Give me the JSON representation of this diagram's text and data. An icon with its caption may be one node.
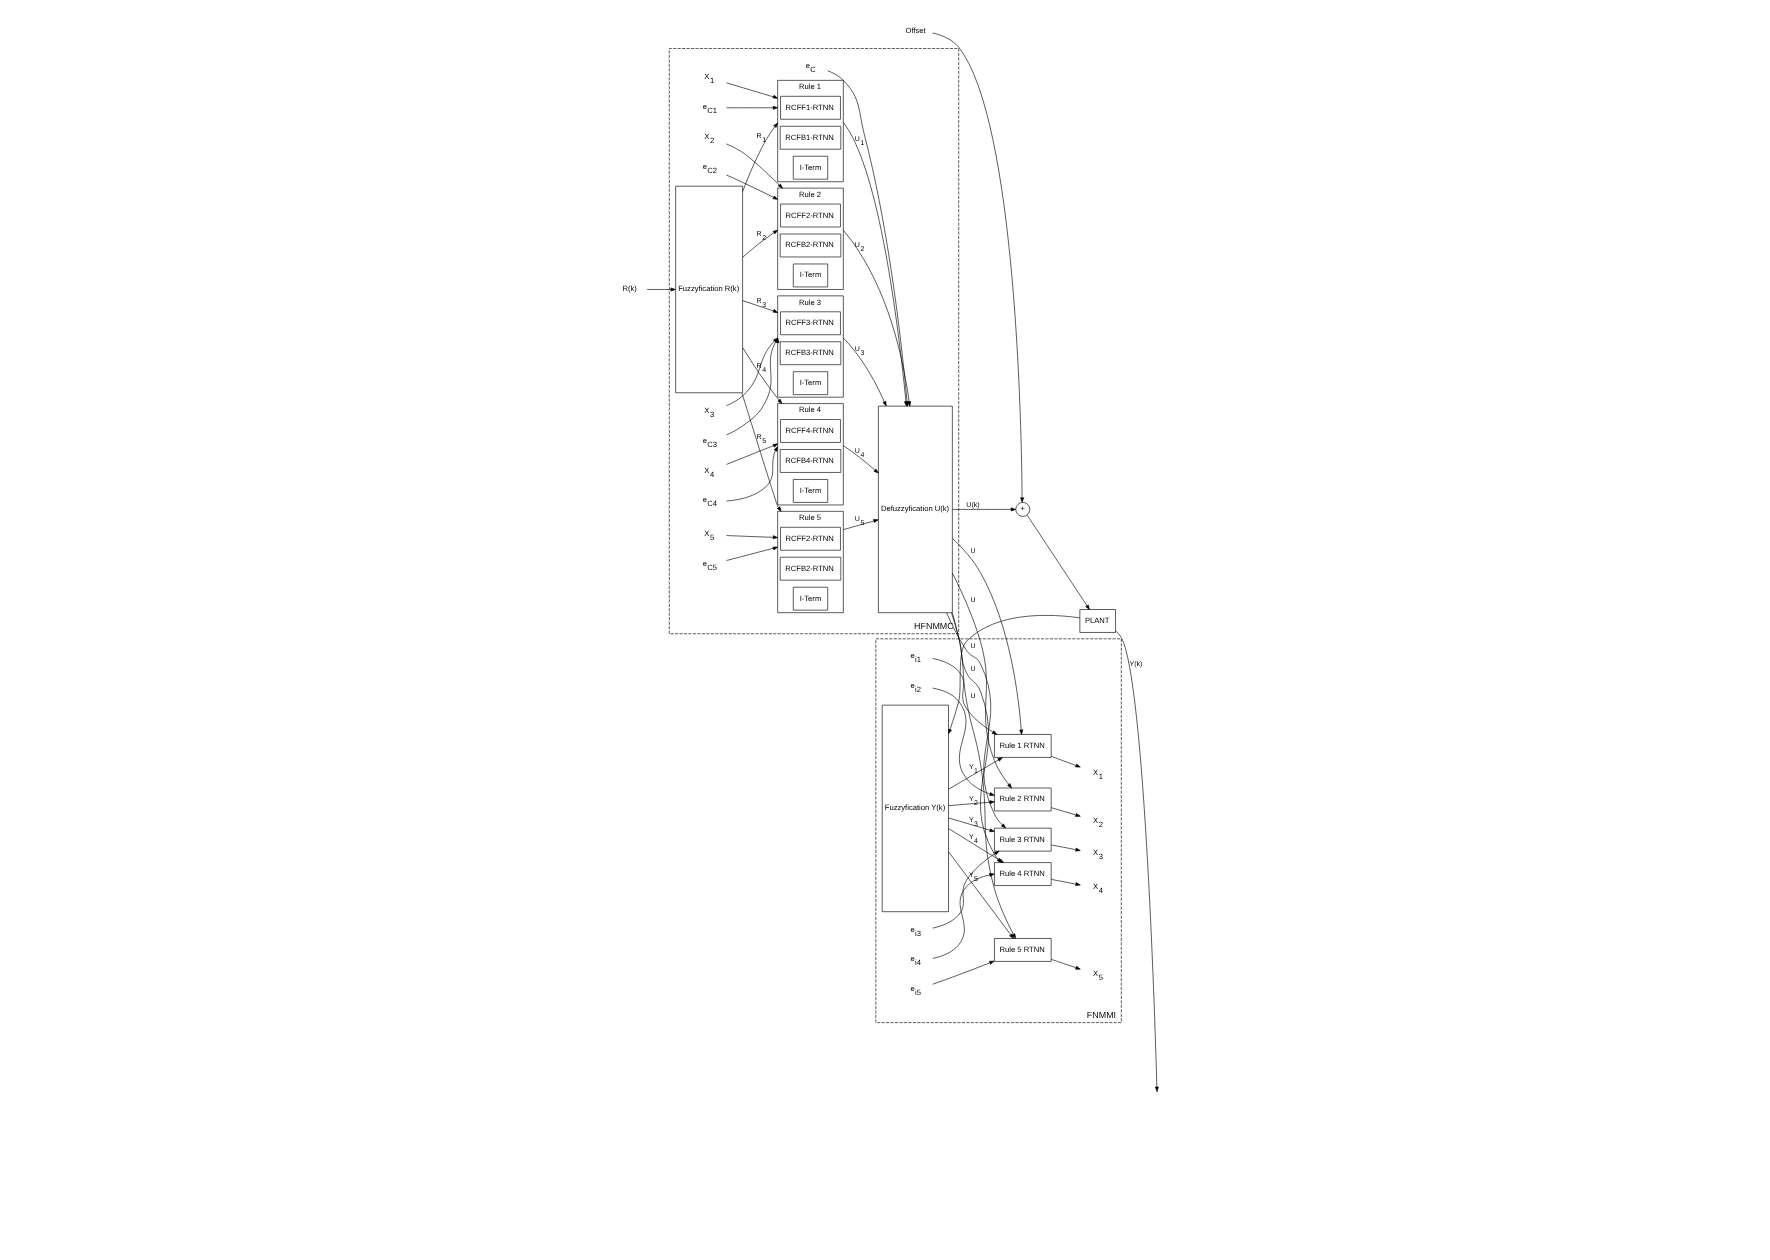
{
  "diagram": {
    "nodes": [
      {
        "text": [
          "HFNMMC"
        ]
      },
      {
        "text": [
          "Fuzzyfication R(k)"
        ],
        "in": 0
      },
      {
        "text": [
          "Rule 1"
        ],
        "in": 0
      },
      {
        "text": [
          "RCFF1-RTNN"
        ],
        "in": 2
      },
      {
        "text": [
          "RCFB1-RTNN"
        ],
        "in": 2
      },
      {
        "text": [
          "I-Term"
        ],
        "in": 2
      },
      {
        "text": [
          "Rule 2"
        ],
        "in": 0
      },
      {
        "text": [
          "RCFF2-RTNN"
        ],
        "in": 6
      },
      {
        "text": [
          "RCFB2-RTNN"
        ],
        "in": 6
      },
      {
        "text": [
          "I-Term"
        ],
        "in": 6
      },
      {
        "text": [
          "Rule 3"
        ],
        "in": 0
      },
      {
        "text": [
          "RCFF3-RTNN"
        ],
        "in": 10
      },
      {
        "text": [
          "RCFB3-RTNN"
        ],
        "in": 10
      },
      {
        "text": [
          "I-Term"
        ],
        "in": 10
      },
      {
        "text": [
          "Rule 4"
        ],
        "in": 0
      },
      {
        "text": [
          "RCFF4-RTNN"
        ],
        "in": 14
      },
      {
        "text": [
          "RCFB4-RTNN"
        ],
        "in": 14
      },
      {
        "text": [
          "I-Term"
        ],
        "in": 14
      },
      {
        "text": [
          "Rule 5"
        ],
        "in": 0
      },
      {
        "text": [
          "RCFF2-RTNN"
        ],
        "in": 18
      },
      {
        "text": [
          "RCFB2-RTNN"
        ],
        "in": 18
      },
      {
        "text": [
          "I-Term"
        ],
        "in": 18
      },
      {
        "text": [
          "Defuzzyfication U(k)"
        ],
        "in": 0
      },
      {
        "text": [
          "X$_{1}$"
        ],
        "in": 0
      },
      {
        "text": [
          "X$_{2}$"
        ],
        "in": 0
      },
      {
        "text": [
          "X$_{3}$"
        ],
        "in": 0
      },
      {
        "text": [
          "X$_{4}$"
        ],
        "in": 0
      },
      {
        "text": [
          "X$_{5}$"
        ],
        "in": 0
      },
      {
        "text": [
          "e$_{C1}$"
        ],
        "in": 0
      },
      {
        "text": [
          "e$_{C2}$"
        ],
        "in": 0
      },
      {
        "text": [
          "e$_{C3}$"
        ],
        "in": 0
      },
      {
        "text": [
          "e$_{C4}$"
        ],
        "in": 0
      },
      {
        "text": [
          "e$_{C5}$"
        ],
        "in": 0
      },
      {
        "text": [
          "e$_{C}$"
        ],
        "in": 0
      },
      {
        "text": [
          "+"
        ]
      },
      {
        "text": [
          "PLANT"
        ]
      },
      {
        "text": [
          "FNMMI"
        ]
      },
      {
        "text": [
          "Fuzzyfication Y(k)"
        ],
        "in": 36
      },
      {
        "text": [
          "Rule 1 RTNN"
        ],
        "in": 36
      },
      {
        "text": [
          "Rule 2 RTNN"
        ],
        "in": 36
      },
      {
        "text": [
          "Rule 3 RTNN"
        ],
        "in": 36
      },
      {
        "text": [
          "Rule 4 RTNN"
        ],
        "in": 36
      },
      {
        "text": [
          "Rule 5 RTNN"
        ],
        "in": 36
      },
      {
        "text": [
          "X$_{1}$"
        ],
        "in": 36
      },
      {
        "text": [
          "X$_{2}$"
        ],
        "in": 36
      },
      {
        "text": [
          "X$_{3}$"
        ],
        "in": 36
      },
      {
        "text": [
          "X$_{4}$"
        ],
        "in": 36
      },
      {
        "text": [
          "X$_{5}$"
        ],
        "in": 36
      },
      {
        "text": [
          "e$_{i1}$"
        ],
        "in": 36
      },
      {
        "text": [
          "e$_{i2}$"
        ],
        "in": 36
      },
      {
        "text": [
          "e$_{i3}$"
        ],
        "in": 36
      },
      {
        "text": [
          "e$_{i4}$"
        ],
        "in": 36
      },
      {
        "text": [
          "e$_{i5}$"
        ],
        "in": 36
      },
      {
        "text": [
          "Offset"
        ]
      },
      {
        "text": [
          "R(k)"
        ]
      }
    ],
    "edges": [
      {
        "from": 54,
        "to": 1,
        "arrow": "to"
      },
      {
        "from": 1,
        "to": 2,
        "arrow": "to",
        "label": "R$_{1}$"
      },
      {
        "from": 23,
        "to": 2,
        "arrow": "to"
      },
      {
        "from": 28,
        "to": 2,
        "arrow": "to"
      },
      {
        "from": 2,
        "to": 22,
        "arrow": "to",
        "label": "U$_{1}$"
      },
      {
        "from": 1,
        "to": 6,
        "arrow": "to",
        "label": "R$_{2}$"
      },
      {
        "from": 24,
        "to": 6,
        "arrow": "to"
      },
      {
        "from": 29,
        "to": 6,
        "arrow": "to"
      },
      {
        "from": 6,
        "to": 22,
        "arrow": "to",
        "label": "U$_{2}$"
      },
      {
        "from": 1,
        "to": 10,
        "arrow": "to",
        "label": "R$_{3}$"
      },
      {
        "from": 25,
        "to": 10,
        "arrow": "to"
      },
      {
        "from": 30,
        "to": 10,
        "arrow": "to"
      },
      {
        "from": 10,
        "to": 22,
        "arrow": "to",
        "label": "U$_{3}$"
      },
      {
        "from": 1,
        "to": 14,
        "arrow": "to",
        "label": "R$_{4}$"
      },
      {
        "from": 26,
        "to": 14,
        "arrow": "to"
      },
      {
        "from": 31,
        "to": 14,
        "arrow": "to"
      },
      {
        "from": 14,
        "to": 22,
        "arrow": "to",
        "label": "U$_{4}$"
      },
      {
        "from": 1,
        "to": 18,
        "arrow": "to",
        "label": "R$_{5}$"
      },
      {
        "from": 27,
        "to": 18,
        "arrow": "to"
      },
      {
        "from": 32,
        "to": 18,
        "arrow": "to"
      },
      {
        "from": 18,
        "to": 22,
        "arrow": "to",
        "label": "U$_{5}$"
      },
      {
        "from": 33,
        "to": 22,
        "arrow": "to"
      },
      {
        "from": 22,
        "to": 34,
        "arrow": "to",
        "label": "U(k)"
      },
      {
        "from": 53,
        "to": 34,
        "arrow": "to"
      },
      {
        "from": 34,
        "to": 35,
        "arrow": "to"
      },
      {
        "from": 35,
        "to": null,
        "arrow": "to",
        "label": "Y(k)"
      },
      {
        "from": 35,
        "to": 37,
        "arrow": "to"
      },
      {
        "from": 37,
        "to": 38,
        "arrow": "to",
        "label": "Y$_{1}$"
      },
      {
        "from": 22,
        "to": 38,
        "arrow": "to",
        "label": "U"
      },
      {
        "from": 38,
        "to": 43,
        "arrow": "to"
      },
      {
        "from": 48,
        "to": 38,
        "arrow": "to"
      },
      {
        "from": 37,
        "to": 39,
        "arrow": "to",
        "label": "Y$_{2}$"
      },
      {
        "from": 22,
        "to": 39,
        "arrow": "to",
        "label": "U"
      },
      {
        "from": 39,
        "to": 44,
        "arrow": "to"
      },
      {
        "from": 49,
        "to": 39,
        "arrow": "to"
      },
      {
        "from": 37,
        "to": 40,
        "arrow": "to",
        "label": "Y$_{3}$"
      },
      {
        "from": 22,
        "to": 40,
        "arrow": "to",
        "label": "U"
      },
      {
        "from": 40,
        "to": 45,
        "arrow": "to"
      },
      {
        "from": 50,
        "to": 40,
        "arrow": "to"
      },
      {
        "from": 37,
        "to": 41,
        "arrow": "to",
        "label": "Y$_{4}$"
      },
      {
        "from": 22,
        "to": 41,
        "arrow": "to",
        "label": "U"
      },
      {
        "from": 41,
        "to": 46,
        "arrow": "to"
      },
      {
        "from": 51,
        "to": 41,
        "arrow": "to"
      },
      {
        "from": 37,
        "to": 42,
        "arrow": "to",
        "label": "Y$_{5}$"
      },
      {
        "from": 22,
        "to": 42,
        "arrow": "to",
        "label": "U"
      },
      {
        "from": 42,
        "to": 47,
        "arrow": "to"
      },
      {
        "from": 52,
        "to": 42,
        "arrow": "to"
      }
    ]
  }
}
